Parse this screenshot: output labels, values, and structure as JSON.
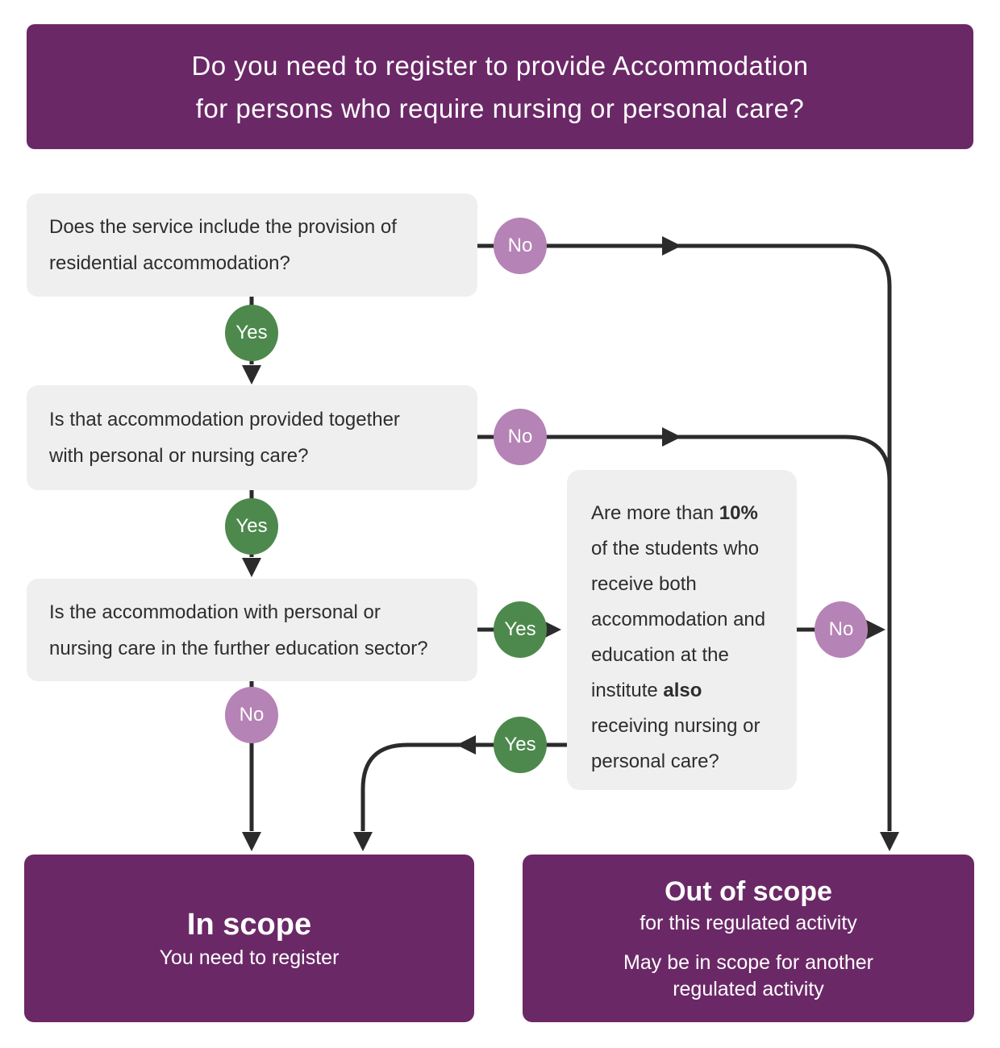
{
  "palette": {
    "purple_dark": "#6b2867",
    "purple_light": "#b583b5",
    "green": "#4d894d",
    "question_box_gray": "#efefef",
    "connector_line": "#2b2b2b",
    "question_text": "#2d2d2d",
    "white_text": "#ffffff"
  },
  "title": {
    "lines": [
      "Do you need to register to provide Accommodation",
      "for persons who require nursing or personal care?"
    ]
  },
  "questions": [
    {
      "id": "residential-accommodation",
      "lines": [
        "Does the service include the provision of",
        "residential accommodation?"
      ]
    },
    {
      "id": "personal-or-nursing-care",
      "lines": [
        "Is that accommodation provided together",
        "with personal or nursing care?"
      ]
    },
    {
      "id": "further-education-sector",
      "lines": [
        "Is the accommodation with personal or",
        "nursing care in the further education sector?"
      ]
    }
  ],
  "side_question": {
    "seg_before": "Are more than ",
    "bold_1": "10%",
    "seg_mid": " of the students who receive both accommodation and education at the institute ",
    "bold_2": "also",
    "seg_after": " receiving nursing or personal care?"
  },
  "badges": [
    {
      "id": "q1-no",
      "label": "No"
    },
    {
      "id": "q1-yes",
      "label": "Yes"
    },
    {
      "id": "q2-no",
      "label": "No"
    },
    {
      "id": "q2-yes",
      "label": "Yes"
    },
    {
      "id": "q3-yes",
      "label": "Yes"
    },
    {
      "id": "q3-no",
      "label": "No"
    },
    {
      "id": "side-no",
      "label": "No"
    },
    {
      "id": "side-yes",
      "label": "Yes"
    }
  ],
  "outcomes": {
    "in_scope": {
      "title": "In scope",
      "subtitle": "You need to register"
    },
    "out_of_scope": {
      "title": "Out of scope",
      "subtitle": "for this regulated activity",
      "note_lines": [
        "May be in scope for another",
        "regulated activity"
      ]
    }
  }
}
